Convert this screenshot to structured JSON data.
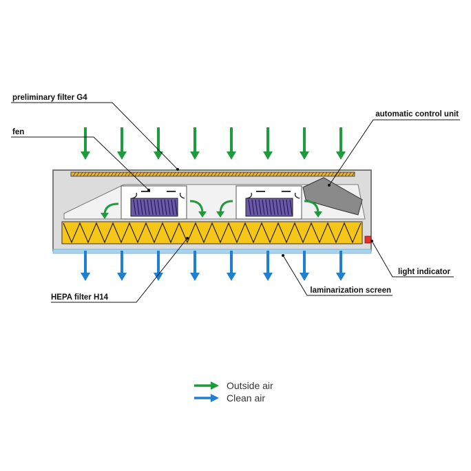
{
  "labels": {
    "prefilter": "preliminary filter G4",
    "fan": "fen",
    "control": "automatic control unit",
    "light": "light indicator",
    "screen": "laminarization screen",
    "hepa": "HEPA filter H14"
  },
  "legend": {
    "outside": "Outside air",
    "clean": "Clean air"
  },
  "colors": {
    "outside_air": "#1e9b3c",
    "clean_air": "#1f7fd0",
    "housing": "#dcdcdc",
    "hepa": "#f5c518",
    "screen": "#a9d3ef"
  },
  "icons": {
    "outside_air": "green-down-arrow-icon",
    "clean_air": "blue-down-arrow-icon",
    "fan": "fan-icon",
    "light": "red-light-icon"
  }
}
